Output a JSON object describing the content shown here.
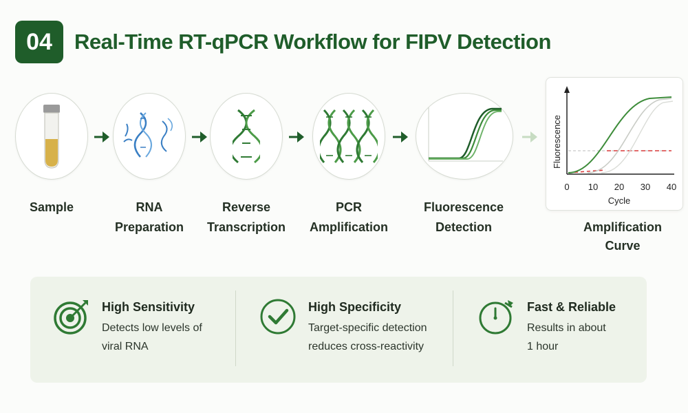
{
  "header": {
    "badge": "04",
    "title": "Real-Time RT-qPCR Workflow for FIPV Detection"
  },
  "steps": [
    {
      "line1": "Sample",
      "line2": ""
    },
    {
      "line1": "RNA",
      "line2": "Preparation"
    },
    {
      "line1": "Reverse",
      "line2": "Transcription"
    },
    {
      "line1": "PCR",
      "line2": "Amplification"
    },
    {
      "line1": "Fluorescence",
      "line2": "Detection"
    }
  ],
  "amplification": {
    "label_line1": "Amplification",
    "label_line2": "Curve",
    "y_label": "Fluorescence",
    "x_label": "Cycle",
    "x_ticks": [
      "0",
      "10",
      "20",
      "30",
      "40"
    ]
  },
  "features": [
    {
      "title": "High Sensitivity",
      "desc_line1": "Detects low levels of",
      "desc_line2": "viral RNA",
      "icon": "target-icon"
    },
    {
      "title": "High Specificity",
      "desc_line1": "Target-specific detection",
      "desc_line2": "reduces cross-reactivity",
      "icon": "check-circle-icon"
    },
    {
      "title": "Fast & Reliable",
      "desc_line1": "Results in about",
      "desc_line2": "1 hour",
      "icon": "stopwatch-icon"
    }
  ],
  "colors": {
    "brand_green": "#1f5d2a",
    "accent_green": "#3d8c3a",
    "threshold_red": "#d83a3a",
    "dna_blue": "#3a7fc4"
  }
}
